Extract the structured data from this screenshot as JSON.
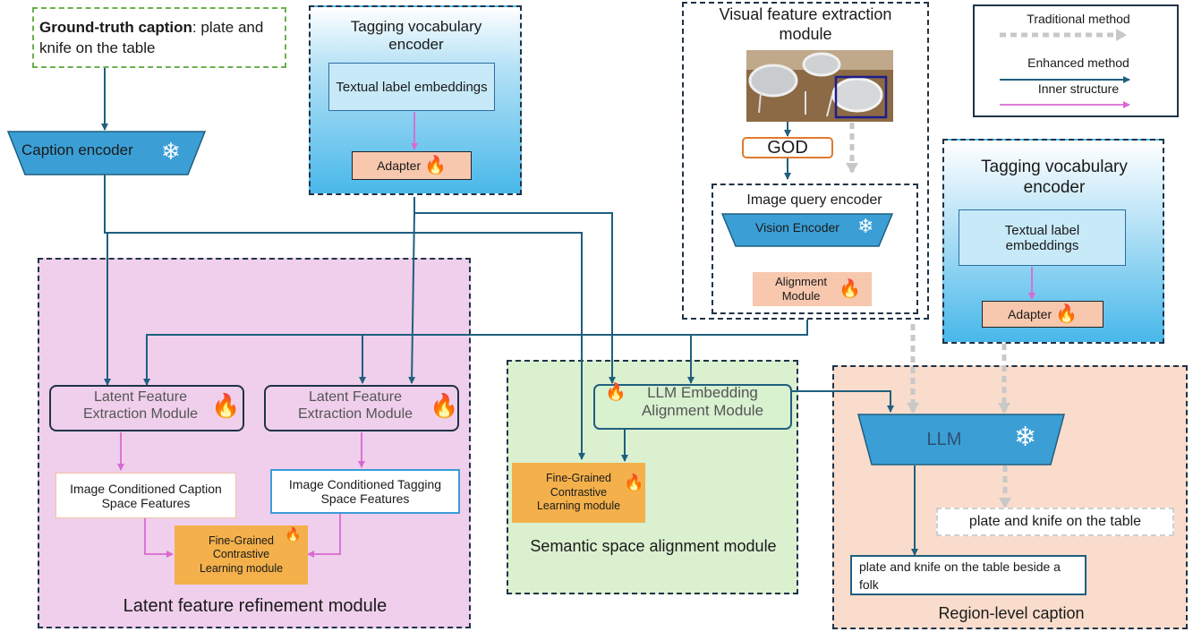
{
  "gt_caption": {
    "bold": "Ground-truth caption",
    "rest": ": plate and knife on the table"
  },
  "caption_encoder": "Caption encoder",
  "tag_vocab_left": {
    "title": "Tagging vocabulary encoder",
    "embeddings": "Textual label embeddings",
    "adapter": "Adapter"
  },
  "visual_module": {
    "title": "Visual feature extraction  module",
    "god": "GOD",
    "query_title": "Image query encoder",
    "vision_encoder": "Vision Encoder",
    "alignment": "Alignment Module"
  },
  "legend": {
    "traditional": "Traditional method",
    "enhanced": "Enhanced method",
    "inner": "Inner structure"
  },
  "tag_vocab_right": {
    "title": "Tagging vocabulary encoder",
    "embeddings": "Textual label embeddings",
    "adapter": "Adapter"
  },
  "latent_module": {
    "lfe1": "Latent Feature Extraction Module",
    "lfe2": "Latent Feature Extraction Module",
    "caption_feat": "Image Conditioned Caption Space Features",
    "tagging_feat": "Image Conditioned Tagging Space Features",
    "fgcl": "Fine-Grained Contrastive Learning module",
    "title": "Latent feature refinement module"
  },
  "semantic_module": {
    "llm_align": "LLM Embedding Alignment Module",
    "fgcl": "Fine-Grained Contrastive Learning  module",
    "title": "Semantic space alignment module"
  },
  "region_module": {
    "llm": "LLM",
    "out_traditional": "plate and knife on the table",
    "out_enhanced": "plate and knife on the table beside a folk",
    "title": "Region-level caption"
  },
  "icons": {
    "freeze": "snowflake-icon",
    "trainable": "fire-icon"
  },
  "colors": {
    "edge": "#1f5f7f",
    "inner": "#d96ad2",
    "traditional": "#c8c8c8",
    "encoder": "#3b9fd6",
    "adapter": "#f7c7ae",
    "fgcl": "#f3b04b"
  }
}
